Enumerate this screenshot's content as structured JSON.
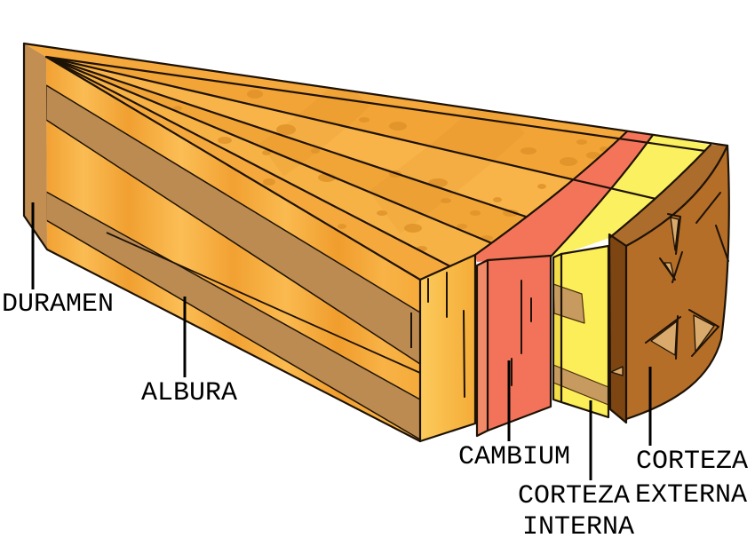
{
  "figure": {
    "type": "anatomy-diagram",
    "subject": "Capas del tronco de un arbol (tree trunk layers, wedge cut-away)",
    "language": "es",
    "background_color": "#FFFFFF",
    "outline_color": "#1D1206",
    "annotation_color": "#000000"
  },
  "layers": [
    {
      "id": "duramen",
      "label": "DURAMEN",
      "color": "#C28E52"
    },
    {
      "id": "albura",
      "label": "ALBURA",
      "color": "#F5A93C"
    },
    {
      "id": "cambium",
      "label": "CAMBIUM",
      "color": "#F3735A"
    },
    {
      "id": "corteza_interna",
      "label": "CORTEZA INTERNA",
      "line1": "CORTEZA",
      "line2": "INTERNA",
      "color": "#FBEE58"
    },
    {
      "id": "corteza_externa",
      "label": "CORTEZA EXTERNA",
      "line1": "CORTEZA",
      "line2": "EXTERNA",
      "color": "#B46E28"
    }
  ],
  "secondary_colors": {
    "wood_top_surface": "#F5A93C",
    "growth_ring_line": "#1D1206",
    "ray_stripe": "#BB8B51",
    "pore_dot": "#E0932A",
    "cambium_side": "#F18A68",
    "inner_bark_side": "#F2DE48",
    "inner_bark_patch": "#C79B60",
    "outer_bark_side": "#7C4512",
    "outer_bark_top": "#AC6C2C",
    "bark_fissure_fill": "#D9AA6C"
  }
}
